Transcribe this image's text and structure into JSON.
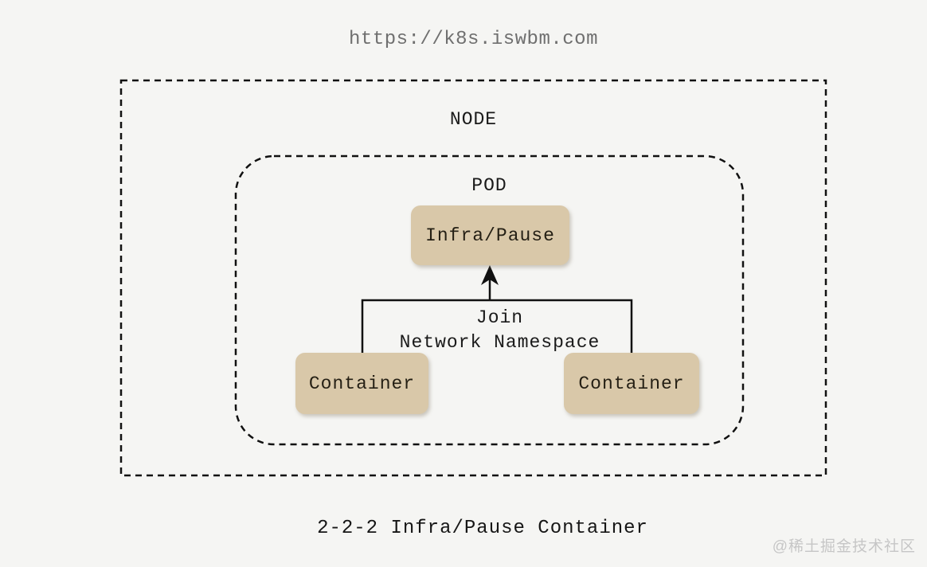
{
  "header": {
    "url": "https://k8s.iswbm.com"
  },
  "diagram": {
    "node_label": "NODE",
    "pod_label": "POD",
    "infra_box_label": "Infra/Pause",
    "container_left_label": "Container",
    "container_right_label": "Container",
    "join_line1": "Join",
    "join_line2": "Network Namespace"
  },
  "footer": {
    "caption": "2-2-2 Infra/Pause Container"
  },
  "watermark": "@稀土掘金技术社区",
  "colors": {
    "background": "#f5f5f3",
    "box_fill": "#d9c8a9",
    "line": "#111111",
    "text_dark": "#1a1a1a",
    "url_gray": "#6f6f6f",
    "watermark_gray": "#c6c6c6"
  }
}
